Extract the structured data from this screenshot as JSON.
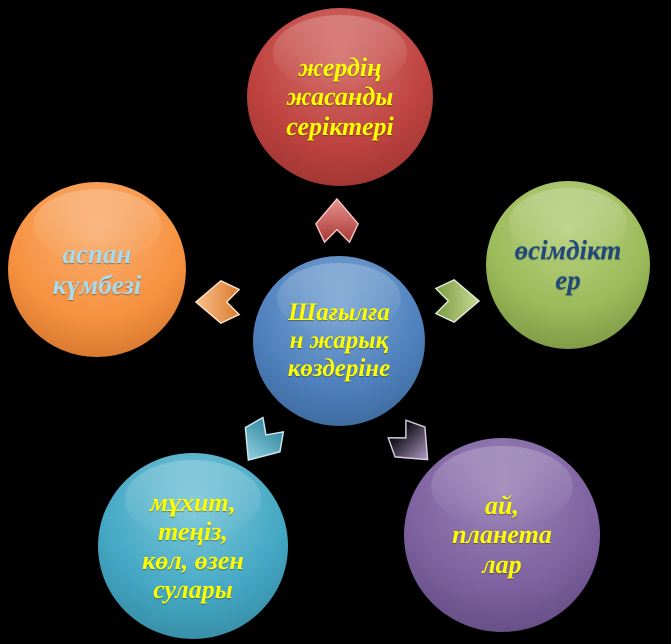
{
  "diagram": {
    "type": "radial-cycle",
    "background_color": "#000000",
    "center_node": {
      "label": "Шағылға\nн жарық\nкөздеріне",
      "color": "#4f81bd",
      "text_color": "#ffff00"
    },
    "nodes": [
      {
        "position": "top",
        "label": "жердің\nжасанды\nсеріктері",
        "color": "#bf4340",
        "text_color": "#ffff00"
      },
      {
        "position": "right",
        "label": "өсімдікт\nер",
        "color": "#9bbb59",
        "text_color": "#1f497d"
      },
      {
        "position": "bottom-right",
        "label": "ай,\nпланета\nлар",
        "color": "#7e62a1",
        "text_color": "#ffff00"
      },
      {
        "position": "bottom-left",
        "label": "мұхит,\nтеңіз,\nкөл, өзен\nсулары",
        "color": "#45a8c4",
        "text_color": "#ffff00"
      },
      {
        "position": "left",
        "label": "аспан\nкүмбезі",
        "color": "#f79240",
        "text_color": "#a8dcec"
      }
    ],
    "arrows": [
      {
        "direction": "up",
        "color": "#bf4340"
      },
      {
        "direction": "right",
        "color": "#9bbb59"
      },
      {
        "direction": "down-right",
        "color": "#7e62a1"
      },
      {
        "direction": "down-left",
        "color": "#45a8c4"
      },
      {
        "direction": "left",
        "color": "#f79240"
      }
    ]
  }
}
